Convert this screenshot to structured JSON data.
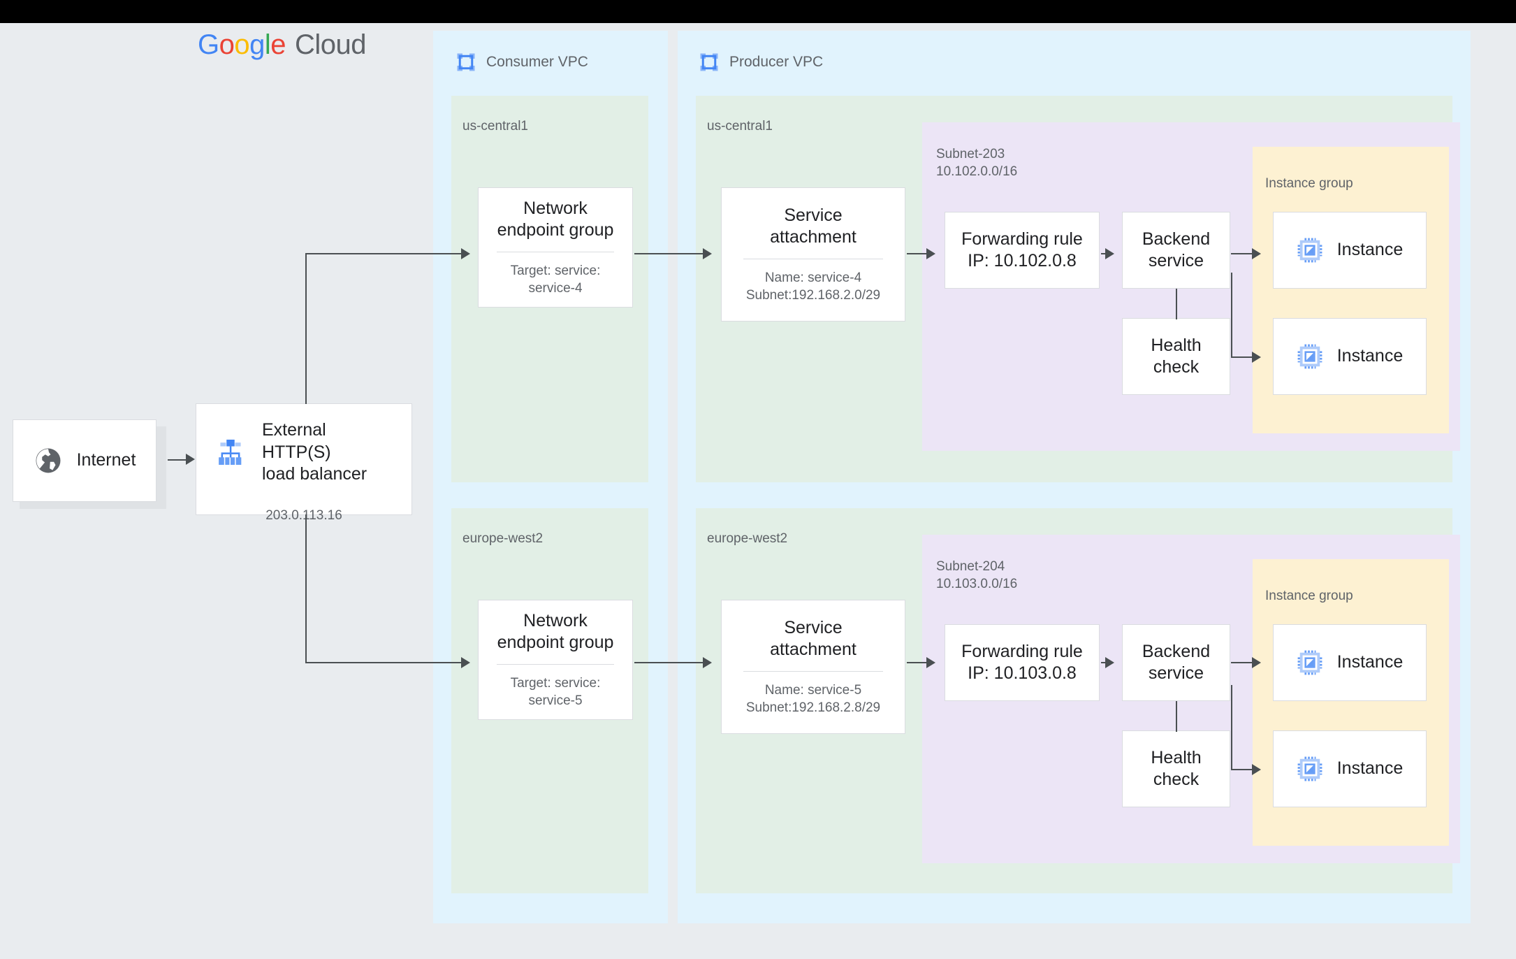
{
  "brand": {
    "google": [
      "G",
      "o",
      "o",
      "g",
      "l",
      "e"
    ],
    "cloud": "Cloud",
    "colors": [
      "#4285f4",
      "#ea4335",
      "#fbbc04",
      "#4285f4",
      "#34a853",
      "#ea4335"
    ]
  },
  "internet": {
    "label": "Internet",
    "icon": "globe-icon"
  },
  "load_balancer": {
    "title": "External HTTP(S)\nload balancer",
    "ip": "203.0.113.16",
    "icon": "load-balancer-icon"
  },
  "consumer_vpc": {
    "title": "Consumer VPC",
    "icon": "vpc-icon",
    "regions": [
      {
        "name": "us-central1",
        "neg": {
          "title": "Network\nendpoint group",
          "detail": "Target: service:\nservice-4"
        }
      },
      {
        "name": "europe-west2",
        "neg": {
          "title": "Network\nendpoint group",
          "detail": "Target: service:\nservice-5"
        }
      }
    ]
  },
  "producer_vpc": {
    "title": "Producer VPC",
    "icon": "vpc-icon",
    "regions": [
      {
        "name": "us-central1",
        "service_attachment": {
          "title": "Service\nattachment",
          "detail": "Name: service-4\nSubnet:192.168.2.0/29"
        },
        "subnet": {
          "label": "Subnet-203\n10.102.0.0/16",
          "forwarding_rule": {
            "title": "Forwarding rule\nIP: 10.102.0.8"
          },
          "backend_service": {
            "title": "Backend\nservice"
          },
          "health_check": {
            "title": "Health\ncheck"
          },
          "instance_group": {
            "label": "Instance group",
            "instances": [
              {
                "label": "Instance",
                "icon": "vm-instance-icon"
              },
              {
                "label": "Instance",
                "icon": "vm-instance-icon"
              }
            ]
          }
        }
      },
      {
        "name": "europe-west2",
        "service_attachment": {
          "title": "Service\nattachment",
          "detail": "Name: service-5\nSubnet:192.168.2.8/29"
        },
        "subnet": {
          "label": "Subnet-204\n10.103.0.0/16",
          "forwarding_rule": {
            "title": "Forwarding rule\nIP: 10.103.0.8"
          },
          "backend_service": {
            "title": "Backend\nservice"
          },
          "health_check": {
            "title": "Health\ncheck"
          },
          "instance_group": {
            "label": "Instance group",
            "instances": [
              {
                "label": "Instance",
                "icon": "vm-instance-icon"
              },
              {
                "label": "Instance",
                "icon": "vm-instance-icon"
              }
            ]
          }
        }
      }
    ]
  },
  "palette": {
    "background": "#e9ecef",
    "vpc_fill": "#e1f3fd",
    "region_fill": "#e2efe6",
    "subnet_fill": "#ece5f6",
    "instance_group_fill": "#fdf1d2",
    "card_fill": "#ffffff",
    "card_border": "#dadce0",
    "connector": "#4a4f52",
    "text_primary": "#202124",
    "text_secondary": "#5f6368",
    "accent_blue": "#4285f4",
    "icon_blue": "#669df6"
  }
}
